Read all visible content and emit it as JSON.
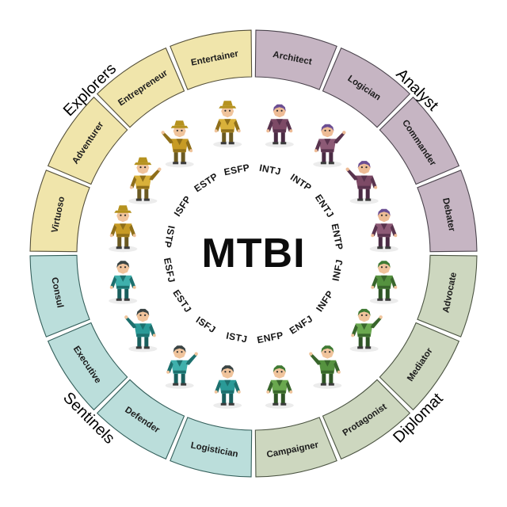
{
  "center": {
    "title": "MTBI"
  },
  "groups": [
    {
      "name": "Analyst",
      "label_angle": 45,
      "headgear": "hair",
      "colors": {
        "ring": "#c6b5c3",
        "border": "#4b444d",
        "body": "#7d4a66",
        "body_alt": "#8d5a76",
        "accent": "#59334e",
        "pants": "#4a2b44",
        "head": "#6b4e93",
        "skin": "#eebc96"
      },
      "segments": [
        {
          "role": "Architect",
          "code": "INTJ",
          "angle": 11.25
        },
        {
          "role": "Logician",
          "code": "INTP",
          "angle": 33.75
        },
        {
          "role": "Commander",
          "code": "ENTJ",
          "angle": 56.25
        },
        {
          "role": "Debater",
          "code": "ENTP",
          "angle": 78.75
        }
      ]
    },
    {
      "name": "Diplomat",
      "label_angle": 135,
      "headgear": "hair",
      "colors": {
        "ring": "#cdd7bf",
        "border": "#4c5543",
        "body": "#55923f",
        "body_alt": "#6aa84f",
        "accent": "#39662c",
        "pants": "#2f5526",
        "head": "#3f7a33",
        "skin": "#f0c49c"
      },
      "segments": [
        {
          "role": "Advocate",
          "code": "INFJ",
          "angle": 101.25
        },
        {
          "role": "Mediator",
          "code": "INFP",
          "angle": 123.75
        },
        {
          "role": "Protagonist",
          "code": "ENFJ",
          "angle": 146.25
        },
        {
          "role": "Campaigner",
          "code": "ENFP",
          "angle": 168.75
        }
      ]
    },
    {
      "name": "Sentinels",
      "label_angle": 225,
      "headgear": "hair",
      "colors": {
        "ring": "#bbdedb",
        "border": "#35605c",
        "body": "#2a9a97",
        "body_alt": "#3fb0ac",
        "accent": "#1d706e",
        "pants": "#195f5d",
        "head": "#3a4444",
        "skin": "#f0c49c"
      },
      "segments": [
        {
          "role": "Logistician",
          "code": "ISTJ",
          "angle": 191.25
        },
        {
          "role": "Defender",
          "code": "ISFJ",
          "angle": 213.75
        },
        {
          "role": "Executive",
          "code": "ESTJ",
          "angle": 236.25
        },
        {
          "role": "Consul",
          "code": "ESFJ",
          "angle": 258.75
        }
      ]
    },
    {
      "name": "Explorers",
      "label_angle": 315,
      "headgear": "hat",
      "colors": {
        "ring": "#f0e5ab",
        "border": "#55503a",
        "body": "#c79b25",
        "body_alt": "#d9b13a",
        "accent": "#8f6f1a",
        "pants": "#6b5a22",
        "head": "#b5921f",
        "skin": "#f0c49c"
      },
      "segments": [
        {
          "role": "Virtuoso",
          "code": "ISTP",
          "angle": 281.25
        },
        {
          "role": "Adventurer",
          "code": "ISFP",
          "angle": 303.75
        },
        {
          "role": "Entrepreneur",
          "code": "ESTP",
          "angle": 326.25
        },
        {
          "role": "Entertainer",
          "code": "ESFP",
          "angle": 348.75
        }
      ]
    }
  ]
}
